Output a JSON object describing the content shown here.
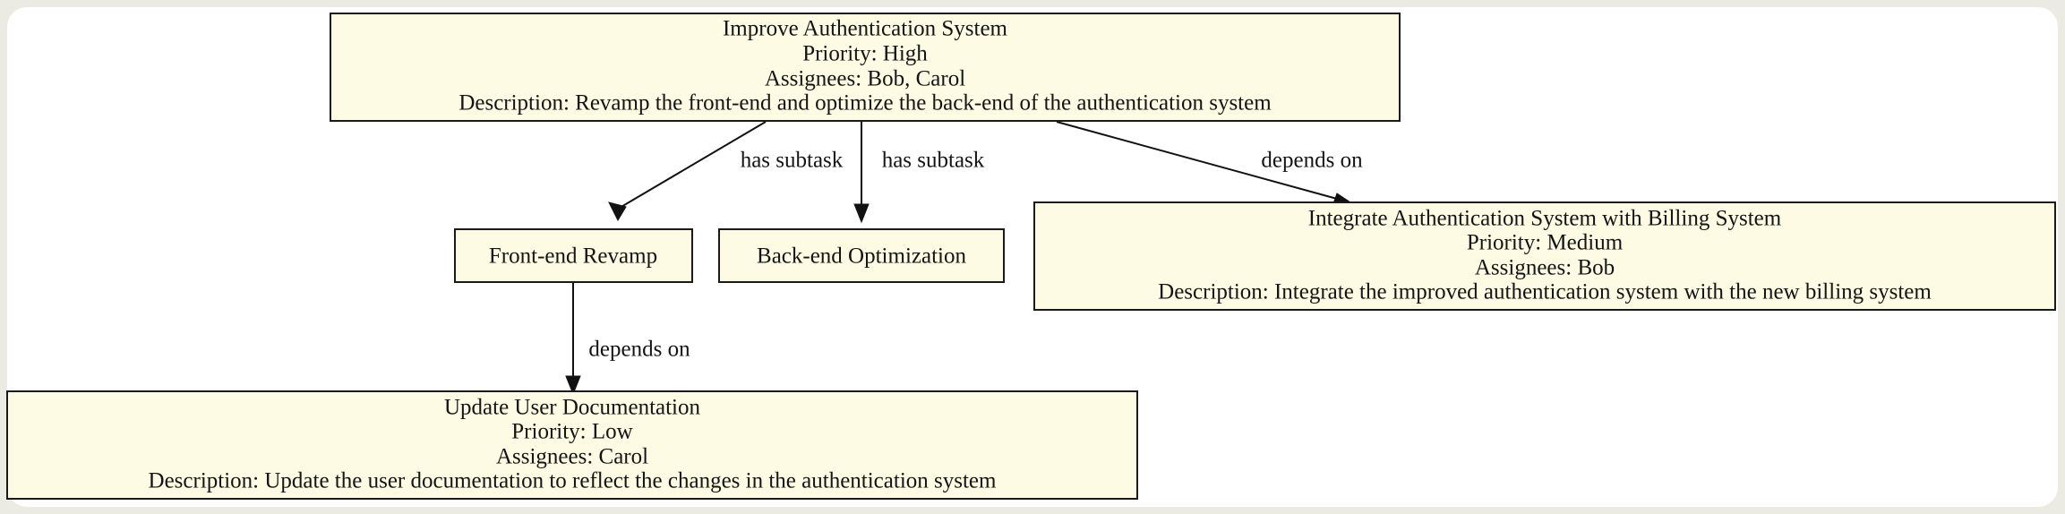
{
  "canvas": {
    "background_color": "#ebebe3",
    "surface_color": "#ffffff",
    "node_fill_color": "#fdfbe3",
    "node_stroke_color": "#1a1a1a",
    "edge_color": "#111111",
    "text_color": "#141414"
  },
  "graph": {
    "type": "directed-task-dependency-graph",
    "nodes": [
      {
        "id": "improve-authentication-system",
        "lines": [
          "Improve Authentication System",
          "Priority: High",
          "Assignees: Bob, Carol",
          "Description: Revamp the front-end and optimize the back-end of the authentication system"
        ],
        "title": "Improve Authentication System",
        "priority": "High",
        "assignees": "Bob, Carol",
        "description": "Revamp the front-end and optimize the back-end of the authentication system"
      },
      {
        "id": "front-end-revamp",
        "lines": [
          "Front-end Revamp"
        ],
        "title": "Front-end Revamp"
      },
      {
        "id": "back-end-optimization",
        "lines": [
          "Back-end Optimization"
        ],
        "title": "Back-end Optimization"
      },
      {
        "id": "integrate-authentication-system-with-billing-system",
        "lines": [
          "Integrate Authentication System with Billing System",
          "Priority: Medium",
          "Assignees: Bob",
          "Description: Integrate the improved authentication system with the new billing system"
        ],
        "title": "Integrate Authentication System with Billing System",
        "priority": "Medium",
        "assignees": "Bob",
        "description": "Integrate the improved authentication system with the new billing system"
      },
      {
        "id": "update-user-documentation",
        "lines": [
          "Update User Documentation",
          "Priority: Low",
          "Assignees: Carol",
          "Description: Update the user documentation to reflect the changes in the authentication system"
        ],
        "title": "Update User Documentation",
        "priority": "Low",
        "assignees": "Carol",
        "description": "Update the user documentation to reflect the changes in the authentication system"
      }
    ],
    "edges": [
      {
        "id": "edge-improve-to-frontend",
        "from": "improve-authentication-system",
        "to": "front-end-revamp",
        "label": "has subtask"
      },
      {
        "id": "edge-improve-to-backend",
        "from": "improve-authentication-system",
        "to": "back-end-optimization",
        "label": "has subtask"
      },
      {
        "id": "edge-improve-to-integrate",
        "from": "improve-authentication-system",
        "to": "integrate-authentication-system-with-billing-system",
        "label": "depends on"
      },
      {
        "id": "edge-frontend-to-docs",
        "from": "front-end-revamp",
        "to": "update-user-documentation",
        "label": "depends on"
      }
    ]
  }
}
